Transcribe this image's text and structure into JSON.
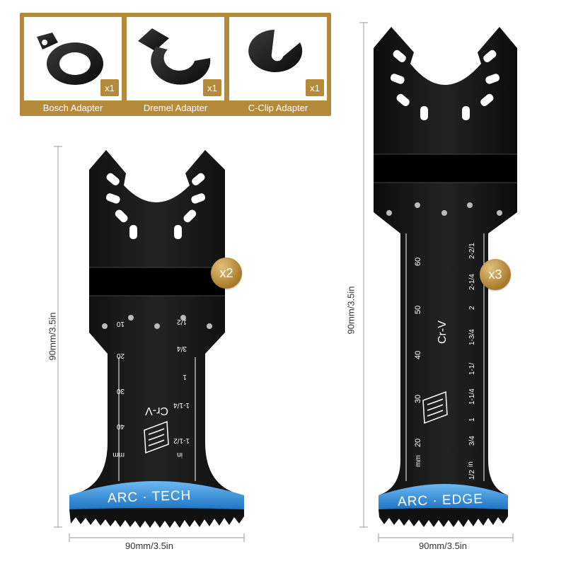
{
  "adapters": [
    {
      "label": "Bosch Adapter",
      "qty": "x1"
    },
    {
      "label": "Dremel Adapter",
      "qty": "x1"
    },
    {
      "label": "C-Clip Adapter",
      "qty": "x1"
    }
  ],
  "blade_left": {
    "brand": "ARC · TECH",
    "badge": "x2",
    "material": "Cr-V",
    "height_label": "90mm/3.5in",
    "width_label": "90mm/3.5in",
    "mm_unit": "mm",
    "in_unit": "in",
    "mm_ticks": [
      "40",
      "30",
      "20",
      "10"
    ],
    "in_ticks": [
      "1-1/2",
      "1-1/4",
      "1",
      "3/4",
      "1/2"
    ]
  },
  "blade_right": {
    "brand": "ARC · EDGE",
    "badge": "x3",
    "material": "Cr-V",
    "height_label": "90mm/3.5in",
    "width_label": "90mm/3.5in",
    "mm_unit": "mm",
    "in_unit": "in",
    "mm_ticks": [
      "60",
      "50",
      "40",
      "30",
      "20"
    ],
    "in_ticks": [
      "2-2/1",
      "2-1/4",
      "2",
      "1-3/4",
      "1-1/",
      "1-1/4",
      "1",
      "3/4",
      "1/2"
    ]
  },
  "colors": {
    "gold": "#b58a3a",
    "blade": "#151515",
    "band": "#2f8ad8"
  }
}
